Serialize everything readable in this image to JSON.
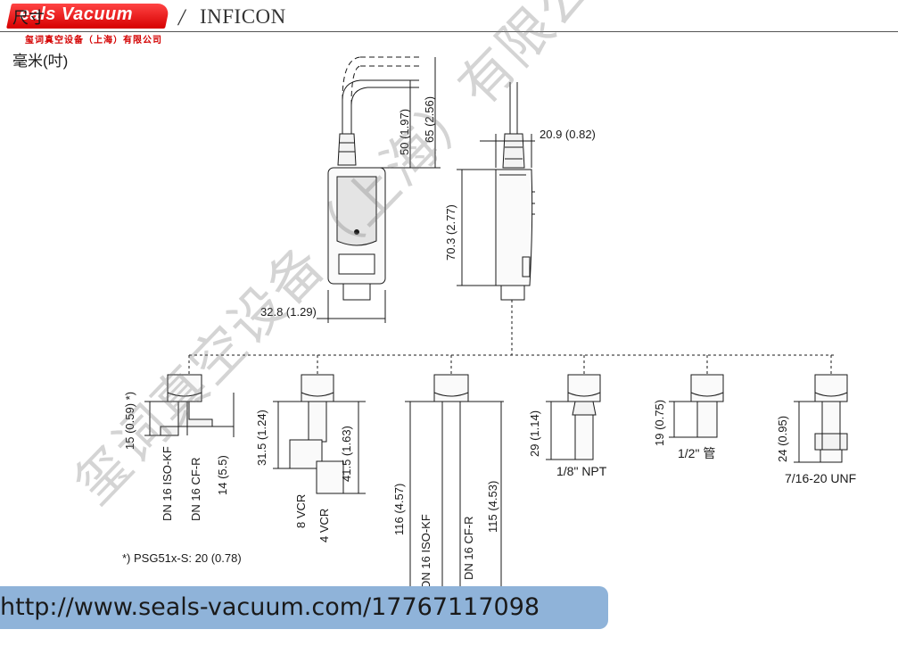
{
  "header": {
    "brand_name": "eals Vacuum",
    "brand_initial": "S",
    "brand_subtitle": "玺词真空设备（上海）有限公司",
    "partner_mark": "/",
    "partner_name": "INFICON",
    "heading": "尺寸"
  },
  "units_label": "毫米(吋)",
  "body_dimensions": {
    "cable_inner": "50 (1.97)",
    "cable_outer": "65 (2.56)",
    "side_width": "20.9 (0.82)",
    "body_height": "70.3 (2.77)",
    "front_width": "32.8 (1.29)"
  },
  "fittings": [
    {
      "id": "iso-kf",
      "labels": [
        "DN 16 ISO-KF",
        "DN 16 CF-R"
      ],
      "dims": [
        "15 (0.59) *)",
        "14 (5.5)"
      ]
    },
    {
      "id": "vcr",
      "labels": [
        "8 VCR",
        "4 VCR"
      ],
      "dims": [
        "31.5 (1.24)",
        "41.5 (1.63)"
      ]
    },
    {
      "id": "long",
      "labels": [
        "DN 16 ISO-KF",
        "DN 16 CF-R"
      ],
      "dims": [
        "116 (4.57)",
        "115 (4.53)"
      ]
    },
    {
      "id": "npt",
      "labels": [
        "1/8\" NPT"
      ],
      "dims": [
        "29 (1.14)"
      ]
    },
    {
      "id": "tube",
      "labels": [
        "1/2\" 管"
      ],
      "dims": [
        "19 (0.75)"
      ]
    },
    {
      "id": "unf",
      "labels": [
        "7/16-20 UNF"
      ],
      "dims": [
        "24 (0.95)"
      ]
    }
  ],
  "footnote": "*) PSG51x-S: 20 (0.78)",
  "watermark": "玺词真空设备（上海）有限公司",
  "footer_url": "http://www.seals-vacuum.com/17767117098",
  "colors": {
    "brand_red": "#d60000",
    "url_bar": "#8fb3d9",
    "line": "#1a1a1a"
  }
}
